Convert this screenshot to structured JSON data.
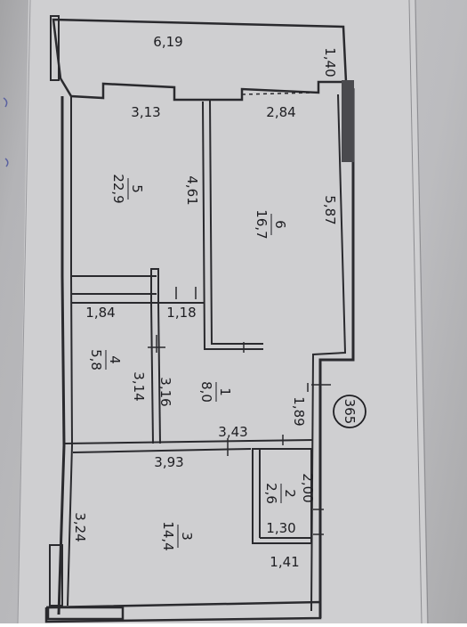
{
  "plan": {
    "apartment_number": "365",
    "rooms": [
      {
        "id": "5",
        "area": "22,9"
      },
      {
        "id": "6",
        "area": "16,7"
      },
      {
        "id": "4",
        "area": "5,8"
      },
      {
        "id": "1",
        "area": "8,0"
      },
      {
        "id": "3",
        "area": "14,4"
      },
      {
        "id": "2",
        "area": "2,6"
      }
    ],
    "dimensions": {
      "balcony_length": "6,19",
      "balcony_depth": "1,40",
      "room5_width": "3,13",
      "room5_side": "4,61",
      "room6_width": "2,84",
      "room6_length": "5,87",
      "room4_width": "1,84",
      "corridor_gap": "1,18",
      "room4_length": "3,14",
      "hall_height": "3,16",
      "hall_width": "3,43",
      "hall_depth": "1,89",
      "room3_width": "3,93",
      "room3_length": "3,24",
      "room2_length": "2,00",
      "room2_width": "1,30",
      "room2_outer": "1,41"
    }
  }
}
